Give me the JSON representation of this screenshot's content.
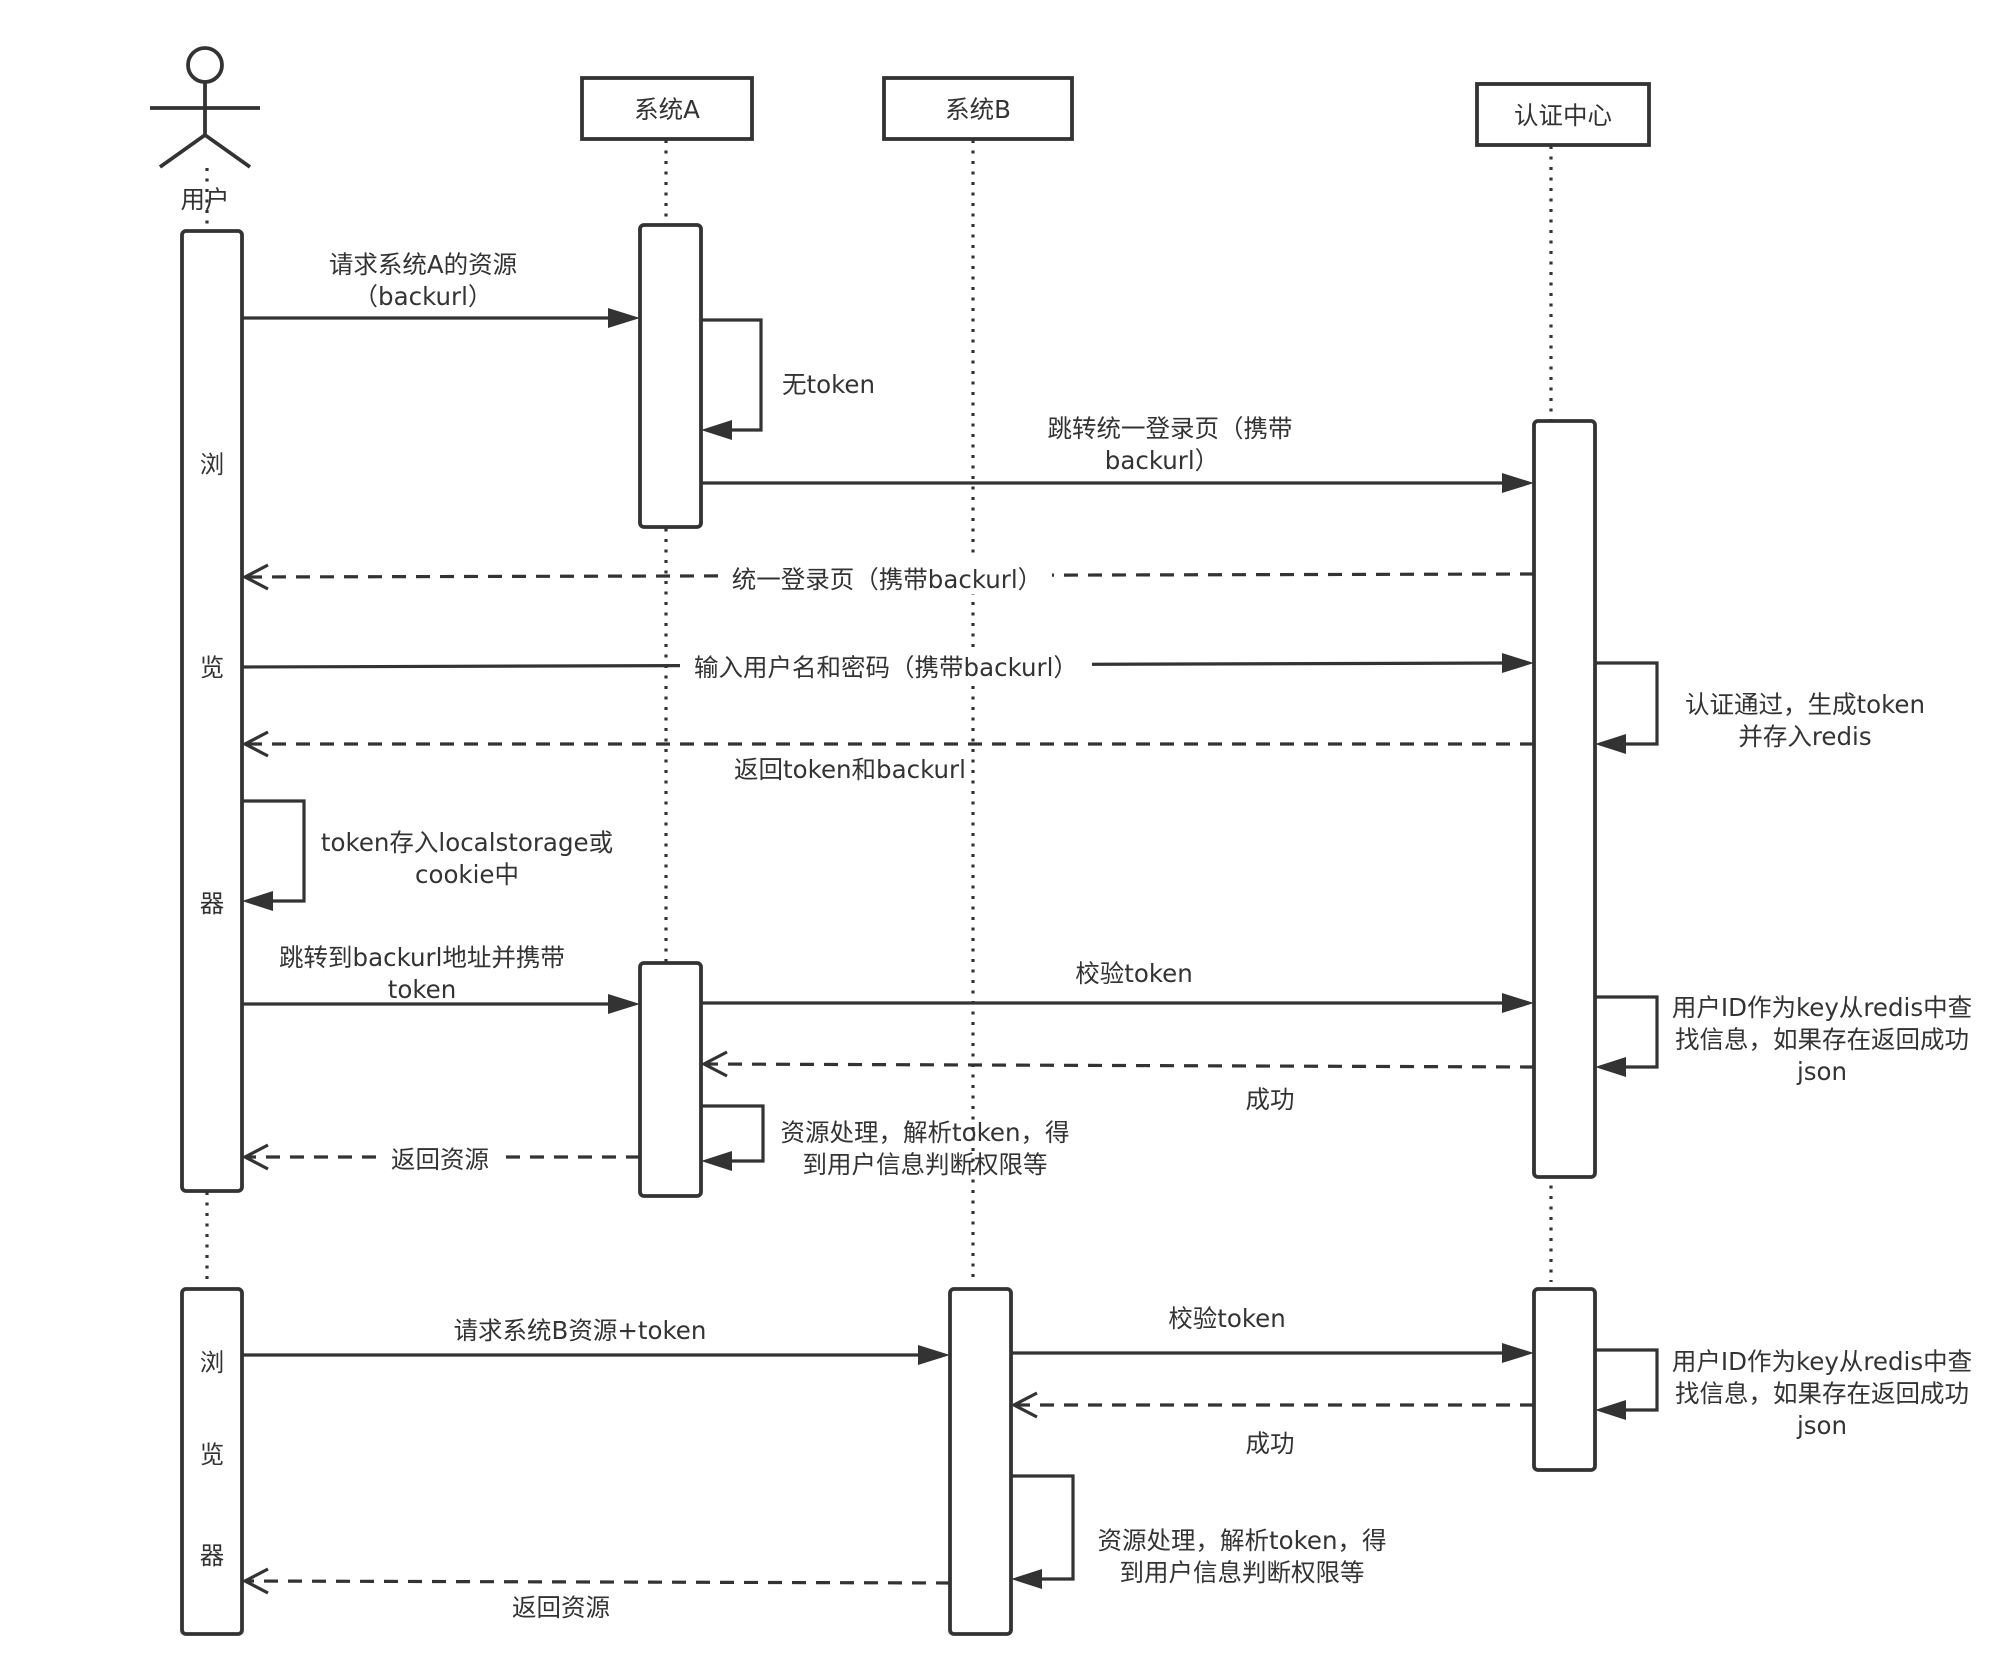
{
  "participants": {
    "user": "用户",
    "system_a": "系统A",
    "system_b": "系统B",
    "auth_center": "认证中心"
  },
  "browser_chars": [
    "浏",
    "览",
    "器"
  ],
  "messages": {
    "m1": [
      "请求系统A的资源",
      "（backurl）"
    ],
    "m2": [
      "无token"
    ],
    "m3": [
      "跳转统一登录页（携带",
      "backurl）"
    ],
    "m4": [
      "统一登录页（携带backurl）"
    ],
    "m5": [
      "输入用户名和密码（携带backurl）"
    ],
    "m6": [
      "认证通过，生成token",
      "并存入redis"
    ],
    "m7": [
      "返回token和backurl"
    ],
    "m8": [
      "token存入localstorage或",
      "cookie中"
    ],
    "m9": [
      "跳转到backurl地址并携带",
      "token"
    ],
    "m10": [
      "校验token"
    ],
    "m11": [
      "用户ID作为key从redis中查",
      "找信息，如果存在返回成功",
      "json"
    ],
    "m12": [
      "成功"
    ],
    "m13": [
      "资源处理，解析token，得",
      "到用户信息判断权限等"
    ],
    "m14": [
      "返回资源"
    ],
    "m15": [
      "请求系统B资源+token"
    ],
    "m16": [
      "校验token"
    ],
    "m17": [
      "用户ID作为key从redis中查",
      "找信息，如果存在返回成功",
      "json"
    ],
    "m18": [
      "成功"
    ],
    "m19": [
      "资源处理，解析token，得",
      "到用户信息判断权限等"
    ],
    "m20": [
      "返回资源"
    ]
  }
}
